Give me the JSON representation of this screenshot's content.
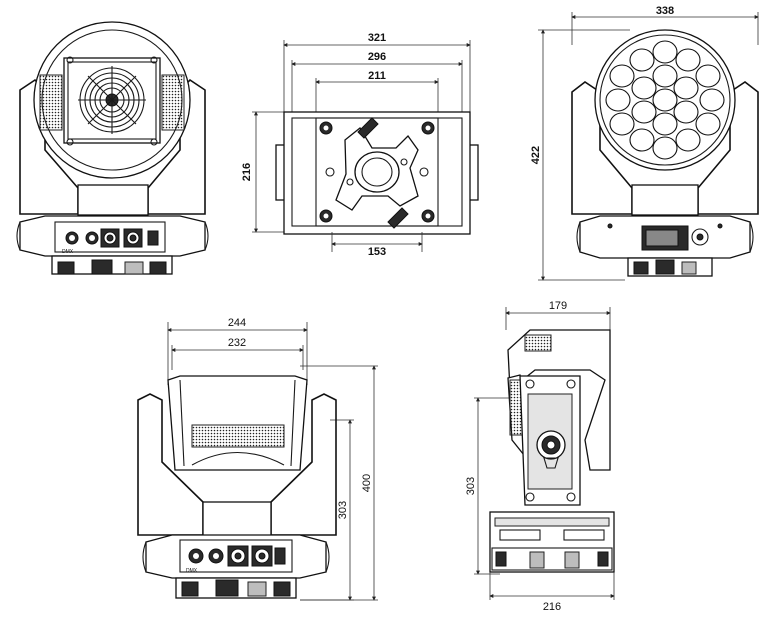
{
  "dimensions": {
    "front_top": {
      "width_overall": "321",
      "width_mid": "296",
      "width_inner": "211",
      "height": "216",
      "bracket": "153"
    },
    "lens_view": {
      "width": "338",
      "height": "422"
    },
    "back_view": {
      "width_outer": "244",
      "width_inner": "232",
      "height_total": "400",
      "height_yoke": "303"
    },
    "side_view": {
      "width_top": "179",
      "height": "303",
      "width_base": "216"
    }
  },
  "panel_labels": {
    "left": "DMX",
    "right": "DMX"
  }
}
